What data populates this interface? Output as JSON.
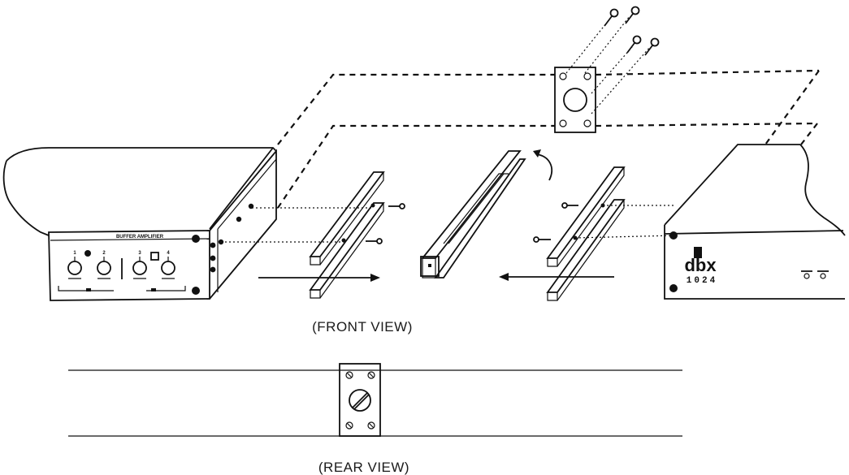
{
  "captions": {
    "front": "(FRONT VIEW)",
    "rear": "(REAR VIEW)"
  },
  "left_unit": {
    "panel_label": "BUFFER AMPLIFIER",
    "knob_labels": [
      "1",
      "2",
      "3",
      "4"
    ]
  },
  "right_unit": {
    "brand": "dbx",
    "model": "1024"
  }
}
